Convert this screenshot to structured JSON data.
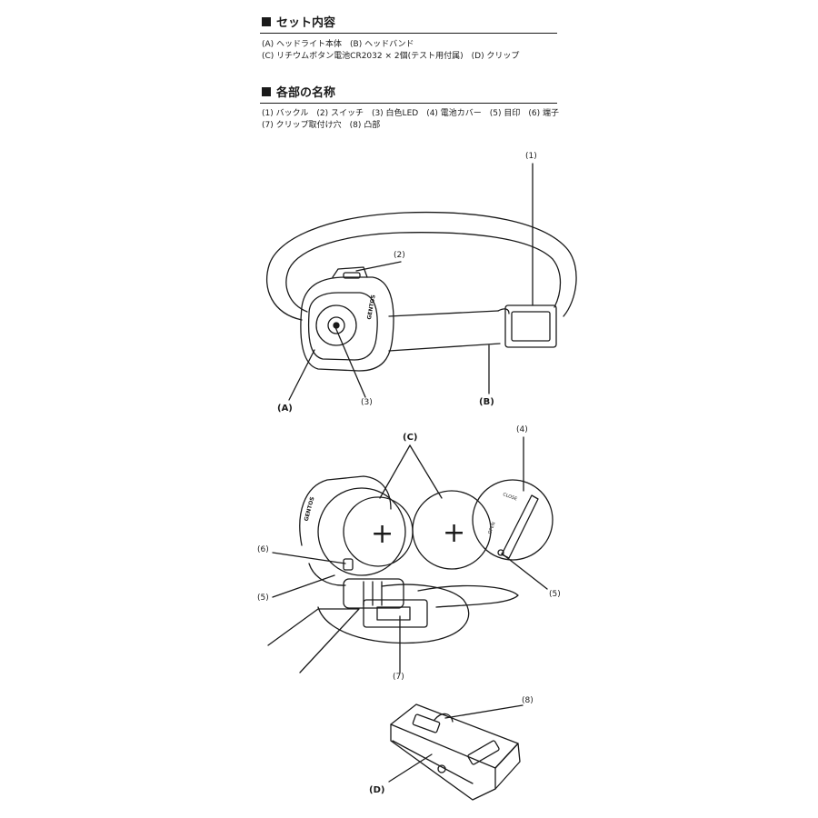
{
  "contents": {
    "heading": "セット内容",
    "line1": "(A) ヘッドライト本体　(B) ヘッドバンド",
    "line2": "(C) リチウムボタン電池CR2032 × 2個(テスト用付属)　(D) クリップ"
  },
  "parts": {
    "heading": "各部の名称",
    "line1": "(1) バックル　(2) スイッチ　(3) 白色LED　(4) 電池カバー　(5) 目印　(6) 端子",
    "line2": "(7) クリップ取付け穴　(8) 凸部"
  },
  "labels": {
    "l1": "(1)",
    "l2": "(2)",
    "l3": "(3)",
    "l4": "(4)",
    "l5": "(5)",
    "l6": "(6)",
    "l7": "(7)",
    "l8": "(8)",
    "A": "(A)",
    "B": "(B)",
    "C": "(C)",
    "D": "(D)"
  },
  "marks": {
    "brand": "GENTOS",
    "plus": "+",
    "open": "OPEN",
    "close": "CLOSE"
  }
}
